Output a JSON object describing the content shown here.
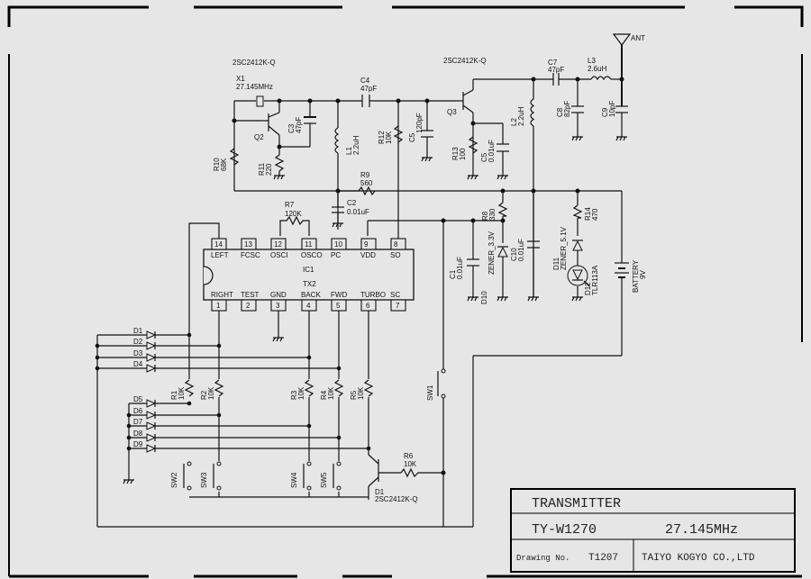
{
  "title_block": {
    "title": "TRANSMITTER",
    "model": "TY-W1270",
    "frequency": "27.145MHz",
    "drawing_label": "Drawing No.",
    "drawing_no": "T1207",
    "company": "TAIYO KOGYO CO.,LTD"
  },
  "antenna": {
    "label": "ANT"
  },
  "transistors": {
    "q2": {
      "name": "Q2",
      "part": "2SC2412K-Q"
    },
    "q3": {
      "name": "Q3",
      "part": "2SC2412K-Q"
    },
    "d1": {
      "name": "D1",
      "part": "2SC2412K-Q"
    }
  },
  "crystal": {
    "name": "X1",
    "value": "27.145MHz"
  },
  "capacitors": {
    "c1": {
      "name": "C1",
      "value": "0.01uF"
    },
    "c2": {
      "name": "C2",
      "value": "0.01uF"
    },
    "c3": {
      "name": "C3",
      "value": "47pF"
    },
    "c4": {
      "name": "C4",
      "value": "47pF"
    },
    "c5a": {
      "name": "C5",
      "value": "120pF"
    },
    "c5b": {
      "name": "C5",
      "value": "0.01uF"
    },
    "c7": {
      "name": "C7",
      "value": "47pF"
    },
    "c8": {
      "name": "C8",
      "value": "82pF"
    },
    "c9": {
      "name": "C9",
      "value": "10pF"
    },
    "c10": {
      "name": "C10",
      "value": "0.01uF"
    }
  },
  "inductors": {
    "l1": {
      "name": "L1",
      "value": "2.2uH"
    },
    "l2": {
      "name": "L2",
      "value": "2.2uH"
    },
    "l3": {
      "name": "L3",
      "value": "2.6uH"
    }
  },
  "resistors": {
    "r1": {
      "name": "R1",
      "value": "10K"
    },
    "r2": {
      "name": "R2",
      "value": "10K"
    },
    "r3": {
      "name": "R3",
      "value": "10K"
    },
    "r4": {
      "name": "R4",
      "value": "10K"
    },
    "r5": {
      "name": "R5",
      "value": "10K"
    },
    "r6": {
      "name": "R6",
      "value": "10K"
    },
    "r7": {
      "name": "R7",
      "value": "120K"
    },
    "r8": {
      "name": "R8",
      "value": "330"
    },
    "r9": {
      "name": "R9",
      "value": "560"
    },
    "r10": {
      "name": "R10",
      "value": "68K"
    },
    "r11": {
      "name": "R11",
      "value": "220"
    },
    "r12": {
      "name": "R12",
      "value": "10K"
    },
    "r13": {
      "name": "R13",
      "value": "100"
    },
    "r14": {
      "name": "R14",
      "value": "470"
    }
  },
  "diodes": {
    "d10": {
      "name": "D10",
      "value": "ZENER_3.3V"
    },
    "d11": {
      "name": "D11",
      "value": "ZENER_5.1V"
    },
    "d12": {
      "name": "D12",
      "value": "TLR113A"
    },
    "matrix": [
      "D1",
      "D2",
      "D3",
      "D4",
      "D5",
      "D6",
      "D7",
      "D8",
      "D9"
    ]
  },
  "battery": {
    "name": "BATTERY",
    "value": "9V"
  },
  "switches": [
    "SW1",
    "SW2",
    "SW3",
    "SW4",
    "SW5"
  ],
  "ic": {
    "name": "IC1",
    "part": "TX2",
    "top_pins": [
      {
        "num": "14",
        "label": "LEFT"
      },
      {
        "num": "13",
        "label": "FCSC"
      },
      {
        "num": "12",
        "label": "OSCI"
      },
      {
        "num": "11",
        "label": "OSCO"
      },
      {
        "num": "10",
        "label": "PC"
      },
      {
        "num": "9",
        "label": "VDD"
      },
      {
        "num": "8",
        "label": "SO"
      }
    ],
    "bottom_pins": [
      {
        "num": "1",
        "label": "RIGHT"
      },
      {
        "num": "2",
        "label": "TEST"
      },
      {
        "num": "3",
        "label": "GND"
      },
      {
        "num": "4",
        "label": "BACK"
      },
      {
        "num": "5",
        "label": "FWD"
      },
      {
        "num": "6",
        "label": "TURBO"
      },
      {
        "num": "7",
        "label": "SC"
      }
    ]
  }
}
